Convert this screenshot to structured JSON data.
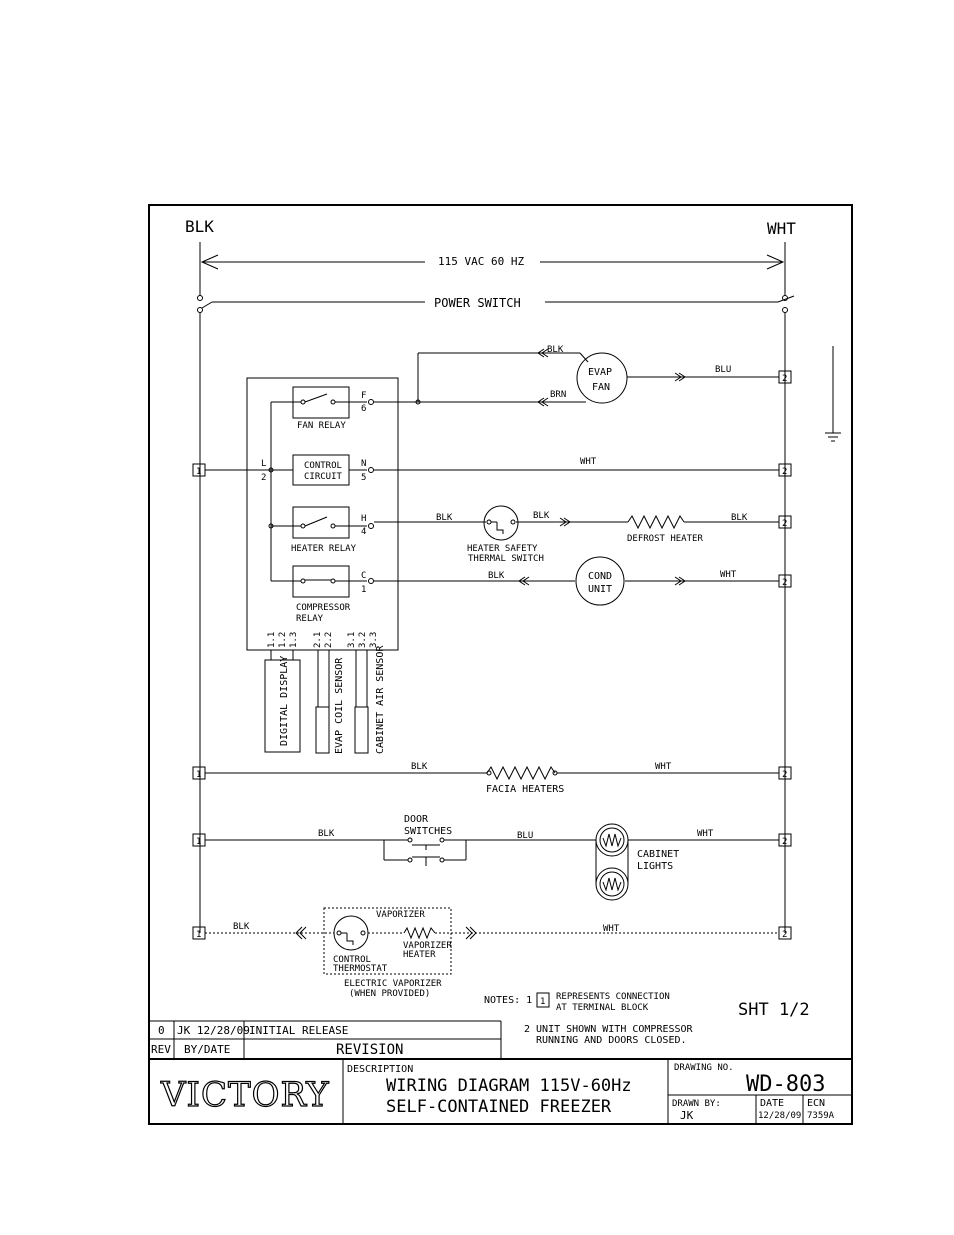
{
  "lines": {
    "blk": "BLK",
    "wht": "WHT",
    "supply": "115 VAC 60 HZ",
    "power_switch": "POWER SWITCH"
  },
  "wire": {
    "blk": "BLK",
    "wht": "WHT",
    "blu": "BLU",
    "brn": "BRN"
  },
  "terminal": {
    "one": "1",
    "two": "2"
  },
  "controller": {
    "fan_relay": "FAN RELAY",
    "control_circuit_1": "CONTROL",
    "control_circuit_2": "CIRCUIT",
    "heater_relay": "HEATER RELAY",
    "compressor_relay_1": "COMPRESSOR",
    "compressor_relay_2": "RELAY",
    "pin_f": "F",
    "pin_6": "6",
    "pin_l": "L",
    "pin_2": "2",
    "pin_n": "N",
    "pin_5": "5",
    "pin_h": "H",
    "pin_4": "4",
    "pin_c": "C",
    "pin_1": "1",
    "connectors": [
      "1.1",
      "1.2",
      "1.3",
      "2.1",
      "2.2",
      "3.1",
      "3.2",
      "3.3"
    ],
    "digital_display": "DIGITAL DISPLAY",
    "evap_coil_sensor": "EVAP COIL SENSOR",
    "cabinet_air_sensor": "CABINET AIR SENSOR"
  },
  "components": {
    "evap_fan_1": "EVAP",
    "evap_fan_2": "FAN",
    "heater_safety_1": "HEATER SAFETY",
    "heater_safety_2": "THERMAL SWITCH",
    "defrost_heater": "DEFROST HEATER",
    "cond_unit_1": "COND",
    "cond_unit_2": "UNIT",
    "facia_heaters": "FACIA HEATERS",
    "door_switches_1": "DOOR",
    "door_switches_2": "SWITCHES",
    "cabinet_lights_1": "CABINET",
    "cabinet_lights_2": "LIGHTS",
    "vaporizer": "VAPORIZER",
    "vaporizer_heater_1": "VAPORIZER",
    "vaporizer_heater_2": "HEATER",
    "control_thermostat_1": "CONTROL",
    "control_thermostat_2": "THERMOSTAT",
    "electric_vaporizer_1": "ELECTRIC VAPORIZER",
    "electric_vaporizer_2": "(WHEN PROVIDED)"
  },
  "notes": {
    "label": "NOTES: 1",
    "terminal_mark": "1",
    "note1_line1": "REPRESENTS CONNECTION",
    "note1_line2": "AT TERMINAL BLOCK",
    "note2_line1": "2 UNIT SHOWN WITH COMPRESSOR",
    "note2_line2": "RUNNING AND DOORS CLOSED.",
    "sheet": "SHT 1/2"
  },
  "revision_block": {
    "rev": "0",
    "by_date": "JK 12/28/09",
    "text": "INITIAL RELEASE",
    "rev_header": "REV",
    "by_date_header": "BY/DATE",
    "revision_header": "REVISION"
  },
  "title_block": {
    "logo": "VICTORY",
    "description_label": "DESCRIPTION",
    "title_line1": "WIRING DIAGRAM 115V-60Hz",
    "title_line2": "SELF-CONTAINED FREEZER",
    "drawing_no_label": "DRAWING NO.",
    "drawing_no": "WD-803",
    "drawn_by_label": "DRAWN BY:",
    "drawn_by": "JK",
    "date_label": "DATE",
    "date": "12/28/09",
    "ecn_label": "ECN",
    "ecn": "7359A"
  }
}
